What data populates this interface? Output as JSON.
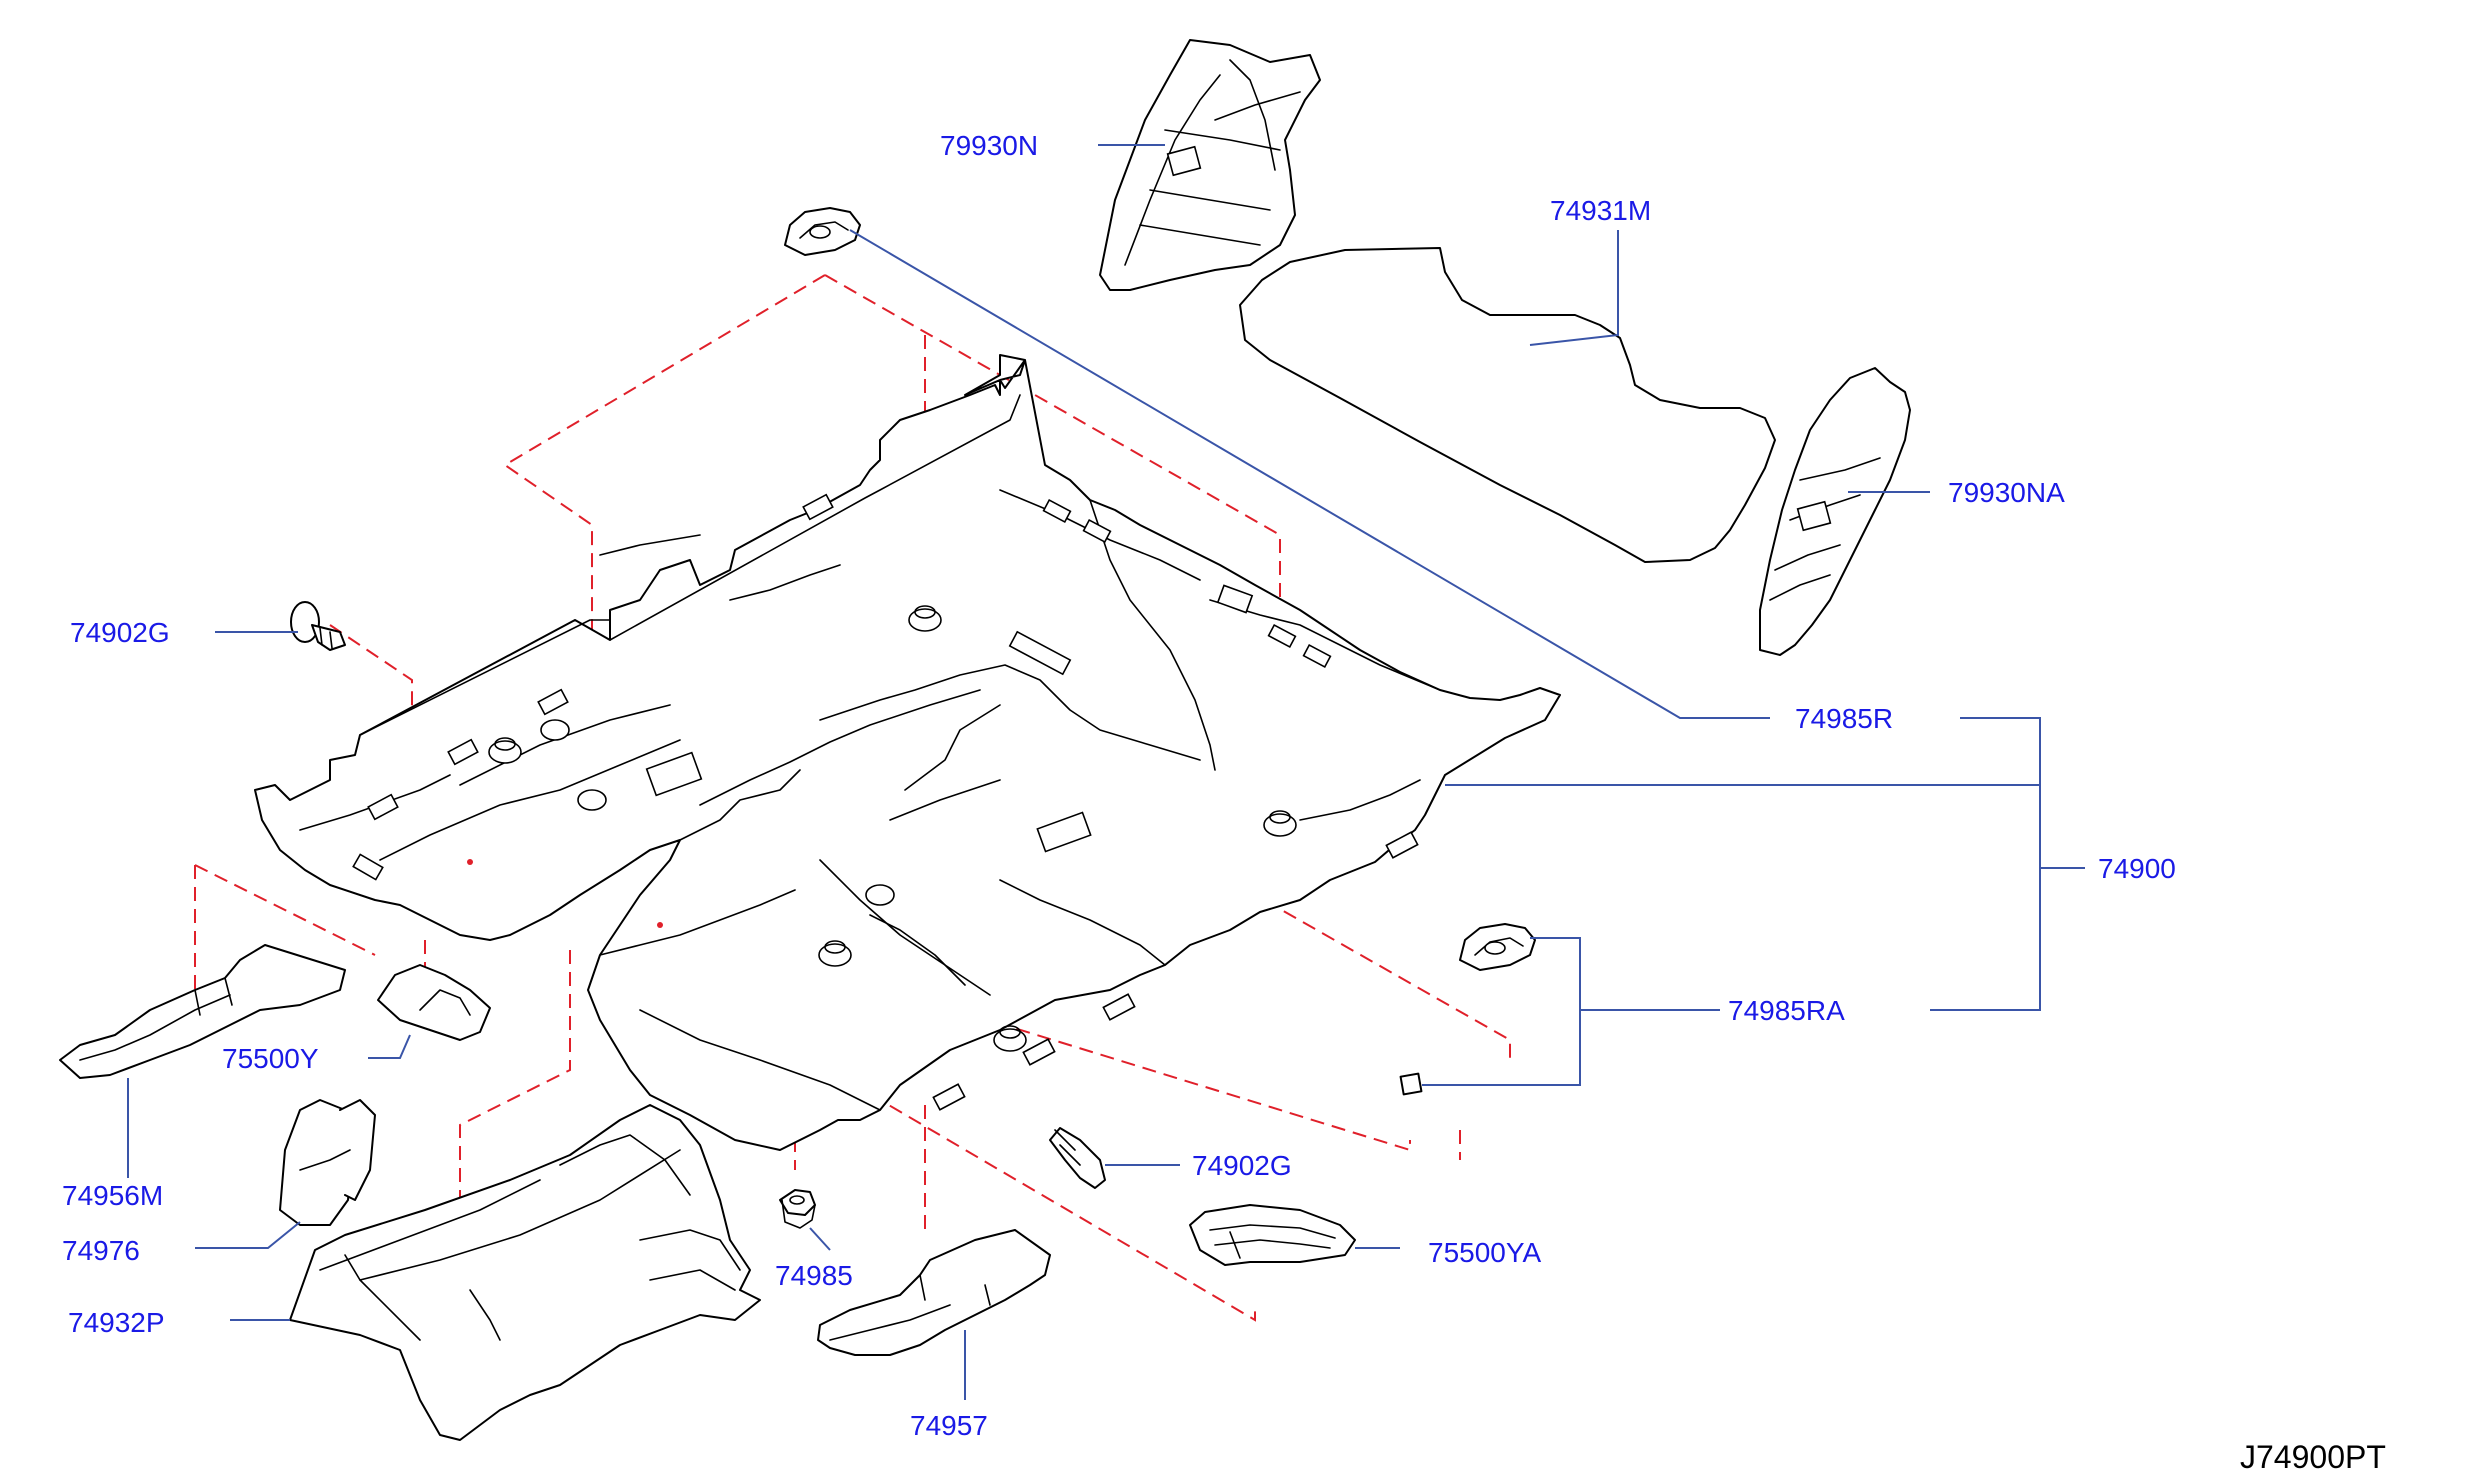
{
  "diagram": {
    "colors": {
      "labels": "#1a1ae6",
      "leaders": "#3a55a8",
      "hidden_lines": "#e0202a",
      "outline": "#000000"
    },
    "labels": {
      "p79930N": "79930N",
      "p74931M": "74931M",
      "p79930NA": "79930NA",
      "p74902G_left": "74902G",
      "p74985R": "74985R",
      "p74900": "74900",
      "p74985RA": "74985RA",
      "p75500Y": "75500Y",
      "p74956M": "74956M",
      "p74976": "74976",
      "p74932P": "74932P",
      "p74985": "74985",
      "p74902G_right": "74902G",
      "p75500YA": "75500YA",
      "p74957": "74957"
    },
    "reference_code": "J74900PT"
  }
}
